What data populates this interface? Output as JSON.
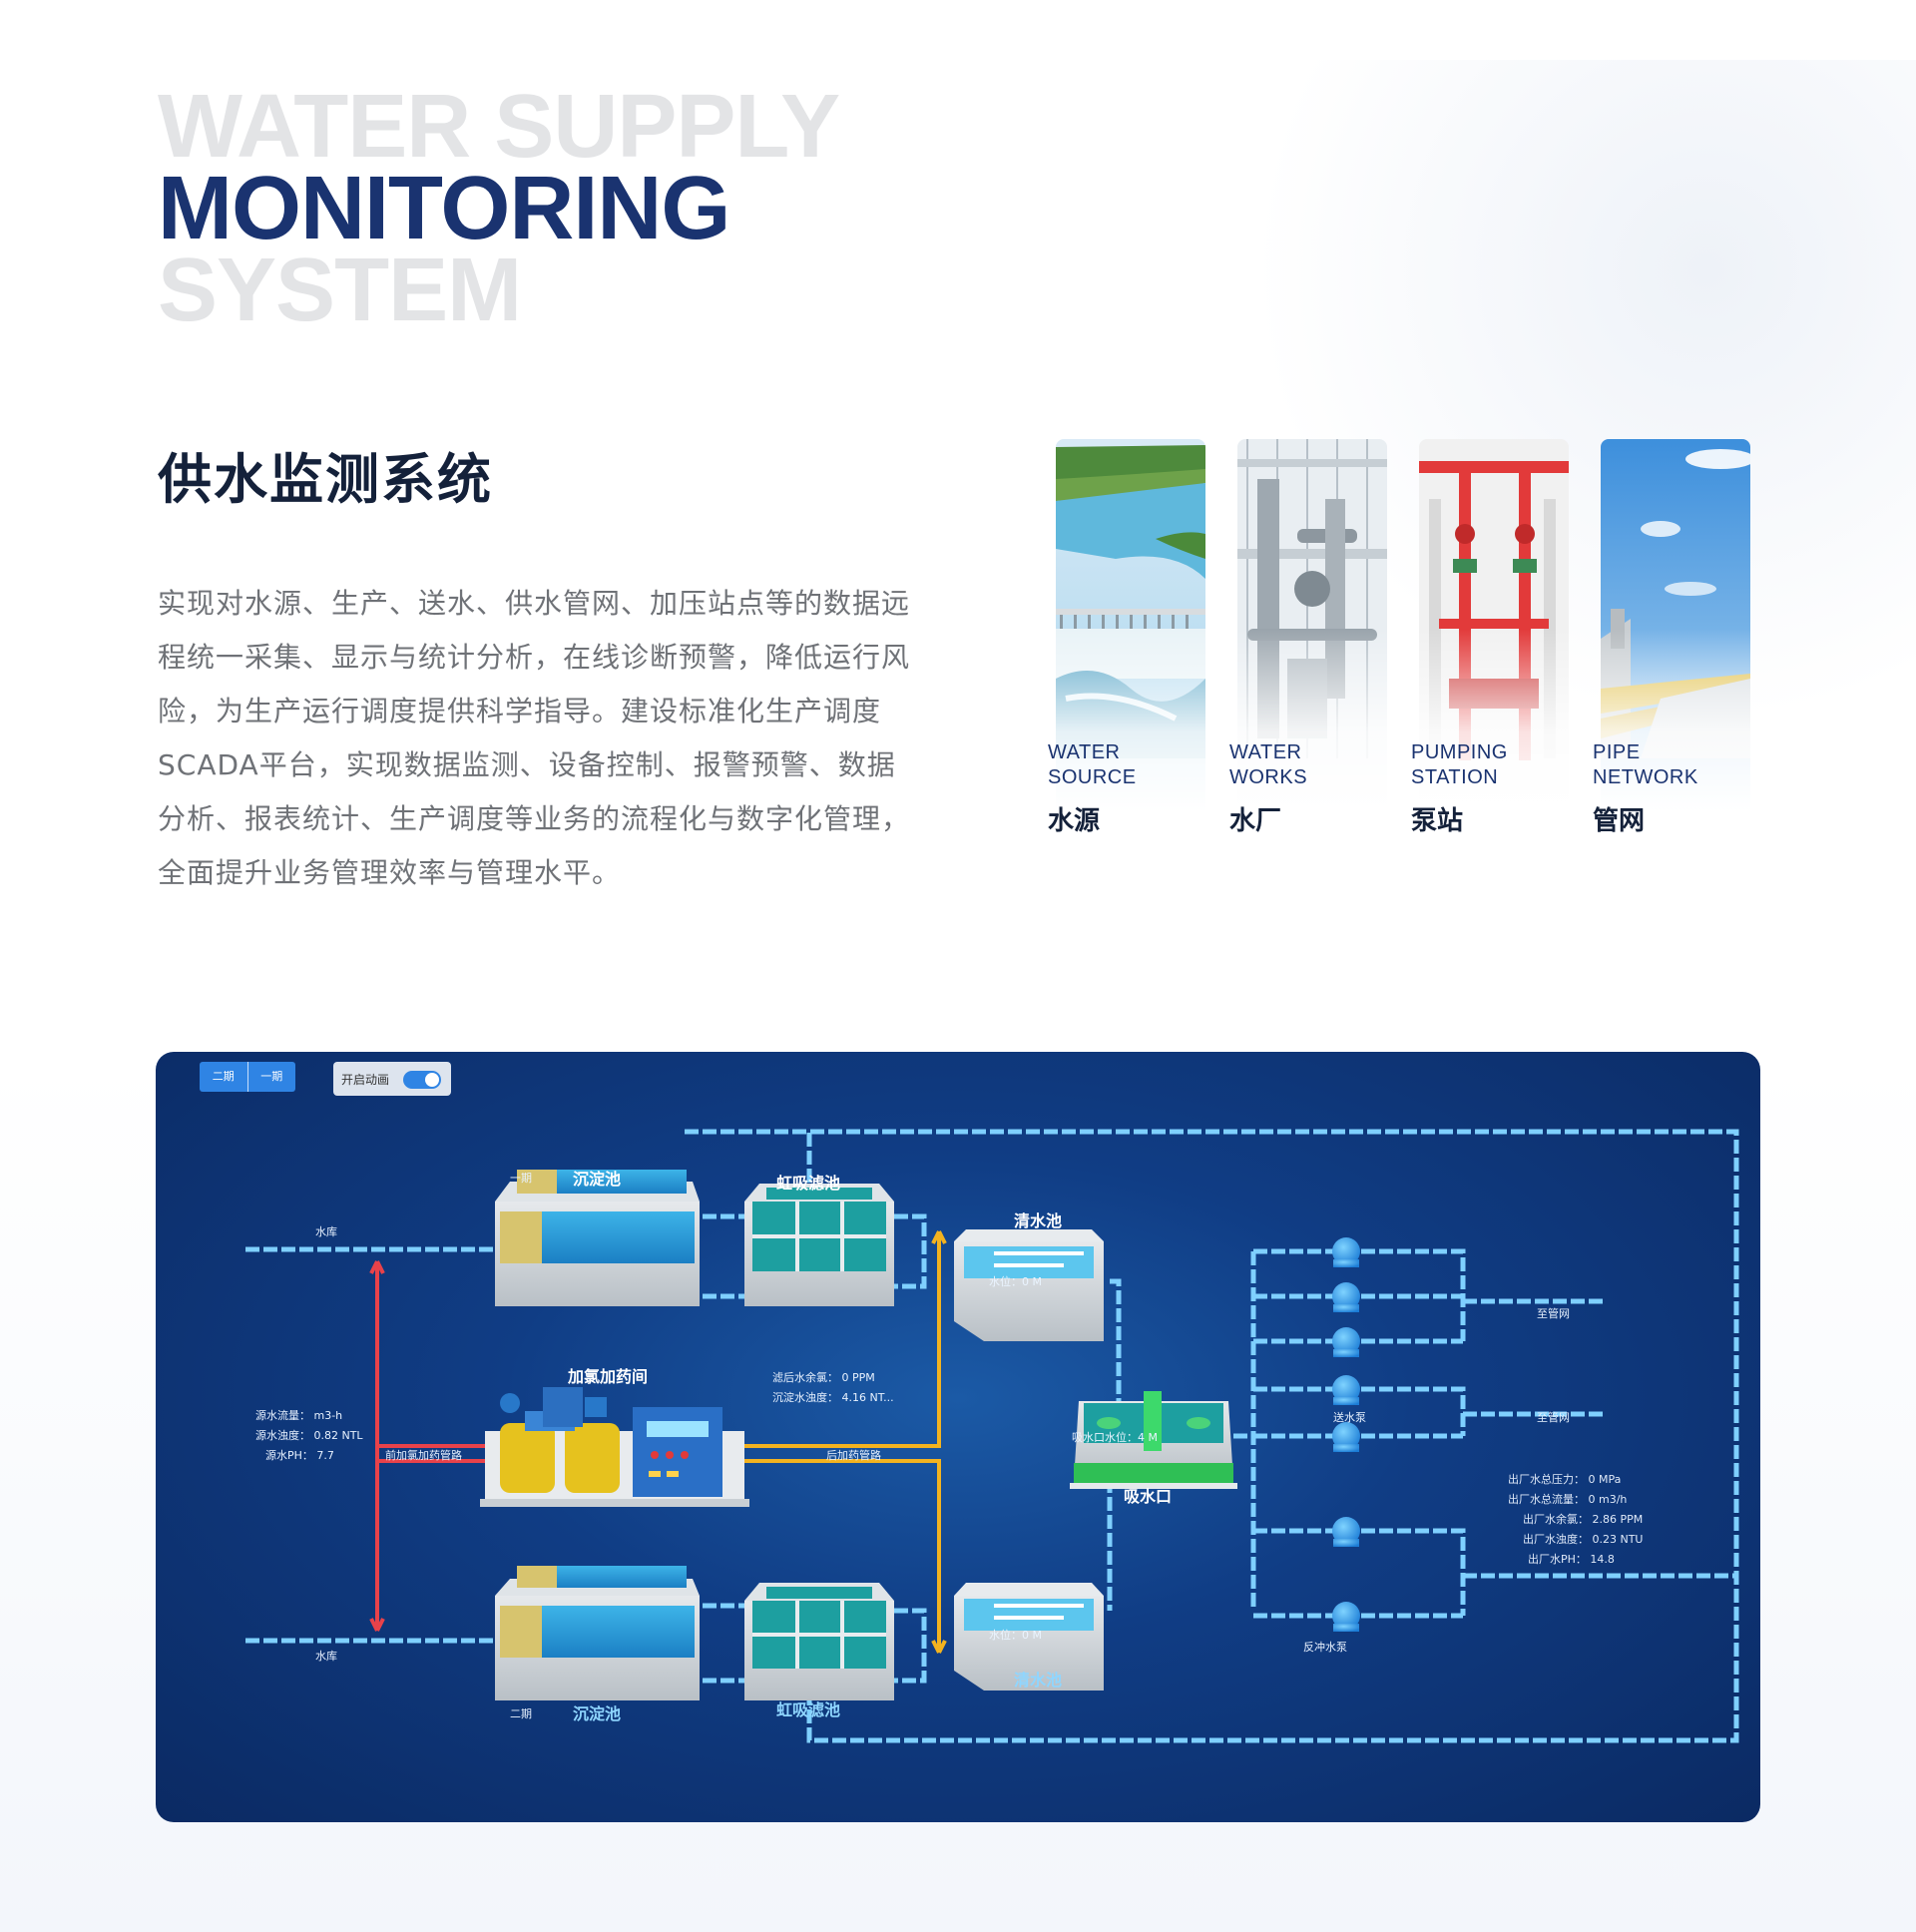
{
  "hero": {
    "line1": "WATER  SUPPLY",
    "line2": "MONITORING",
    "line3": "SYSTEM"
  },
  "title_cn": "供水监测系统",
  "description": "实现对水源、生产、送水、供水管网、加压站点等的数据远程统一采集、显示与统计分析，在线诊断预警，降低运行风险，为生产运行调度提供科学指导。建设标准化生产调度SCADA平台，实现数据监测、设备控制、报警预警、数据分析、报表统计、生产调度等业务的流程化与数字化管理，全面提升业务管理效率与管理水平。",
  "cards": [
    {
      "en1": "WATER",
      "en2": "SOURCE",
      "zh": "水源"
    },
    {
      "en1": "WATER",
      "en2": "WORKS",
      "zh": "水厂"
    },
    {
      "en1": "PUMPING",
      "en2": "STATION",
      "zh": "泵站"
    },
    {
      "en1": "PIPE",
      "en2": "NETWORK",
      "zh": "管网"
    }
  ],
  "scada": {
    "phase_tabs": [
      "二期",
      "一期"
    ],
    "animation_toggle": "开启动画",
    "labels": {
      "phase_top": "一期",
      "phase_bottom": "二期",
      "sediment_top": "沉淀池",
      "sediment_bottom": "沉淀池",
      "siphon_top": "虹吸滤池",
      "siphon_bottom": "虹吸滤池",
      "clear_top": "清水池",
      "clear_bottom": "清水池",
      "water_source_top": "水库",
      "water_source_bottom": "水库",
      "dosing": "加氯加药间",
      "intake": "吸水口",
      "pre_dosing_pipe": "前加氯加药管路",
      "post_dosing_pipe": "后加药管路",
      "level_top": "水位：0 M",
      "level_bottom": "水位：0 M",
      "intake_level": "吸水口水位：4 M",
      "after_filter_chlorine": "滤后水余氯：  0 PPM",
      "after_sediment_turbidity": "沉淀水浊度：  4.16 NT...",
      "source_flow": "源水流量：      m3-h",
      "source_turbidity": "源水浊度：  0.82 NTL",
      "source_ph": "源水PH：  7.7",
      "pump_send": "送水泵",
      "pump_back": "反冲水泵",
      "out_line_1": "至管网",
      "out_line_2": "至管网",
      "out_pressure": "出厂水总压力：  0 MPa",
      "out_flow": "出厂水总流量：  0 m3/h",
      "out_chlorine": "出厂水余氯：  2.86 PPM",
      "out_turbidity": "出厂水浊度：  0.23 NTU",
      "out_ph": "出厂水PH：  14.8"
    }
  },
  "colors": {
    "hero_grey": "#e3e4e6",
    "hero_dark": "#1a3370",
    "pipe": "#7fd0ff",
    "red_pipe": "#e8424a",
    "yellow_pipe": "#f3b320",
    "pump": "#2f9cf0"
  }
}
